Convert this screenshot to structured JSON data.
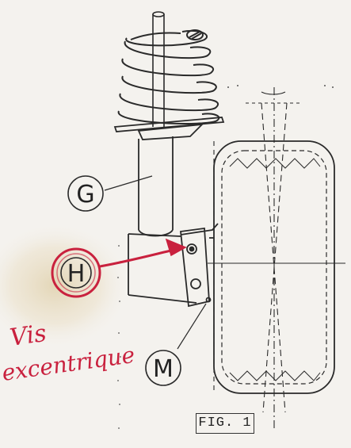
{
  "labels": {
    "g": "G",
    "h": "H",
    "m": "M"
  },
  "annotation": {
    "line1": "Vis",
    "line2": "excentrique"
  },
  "caption": "FIG. 1",
  "colors": {
    "ink": "#2a2a2a",
    "annotation": "#c9213e",
    "paper": "#f4f2ee",
    "stain": "#e7d9ba"
  }
}
